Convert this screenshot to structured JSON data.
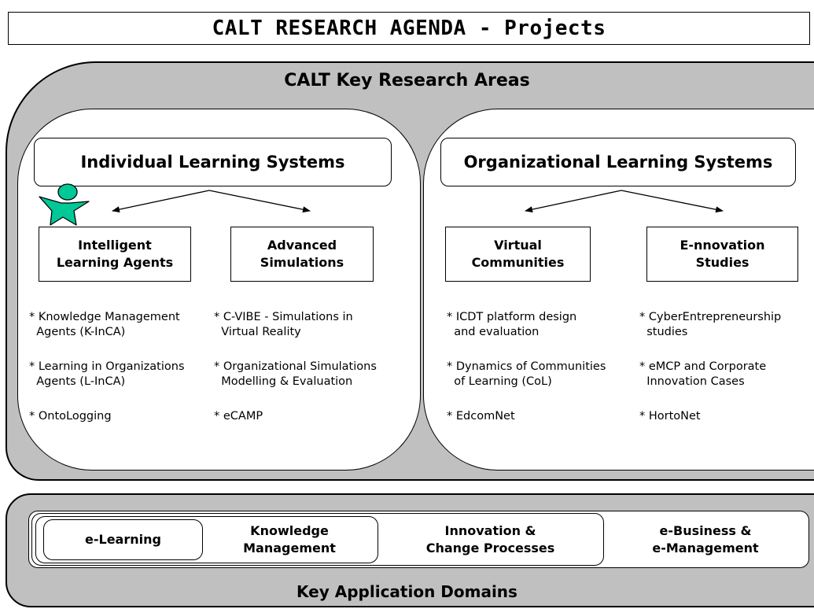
{
  "title": "CALT RESEARCH AGENDA - Projects",
  "research": {
    "heading": "CALT Key Research Areas",
    "left": {
      "system": "Individual Learning Systems",
      "boxes": [
        {
          "label": "Intelligent\nLearning Agents",
          "projects": [
            "* Knowledge Management\n  Agents (K-InCA)",
            "* Learning in Organizations\n  Agents (L-InCA)",
            "* OntoLogging"
          ]
        },
        {
          "label": "Advanced\nSimulations",
          "projects": [
            "* C-VIBE - Simulations in\n  Virtual Reality",
            "* Organizational Simulations\n  Modelling & Evaluation",
            "* eCAMP"
          ]
        }
      ]
    },
    "right": {
      "system": "Organizational Learning Systems",
      "boxes": [
        {
          "label": "Virtual\nCommunities",
          "projects": [
            "* ICDT platform design\n  and evaluation",
            "* Dynamics of Communities\n  of Learning (CoL)",
            "* EdcomNet"
          ]
        },
        {
          "label": "E-nnovation\nStudies",
          "projects": [
            "* CyberEntrepreneurship\n  studies",
            "* eMCP and Corporate\n  Innovation Cases",
            "* HortoNet"
          ]
        }
      ]
    }
  },
  "domains": {
    "heading": "Key Application Domains",
    "items": [
      "e-Learning",
      "Knowledge\nManagement",
      "Innovation &\nChange Processes",
      "e-Business &\ne-Management"
    ]
  },
  "icons": {
    "figure": "person-figure-icon",
    "figure_color": "#00c896"
  },
  "colors": {
    "panel_gray": "#c0c0c0"
  }
}
